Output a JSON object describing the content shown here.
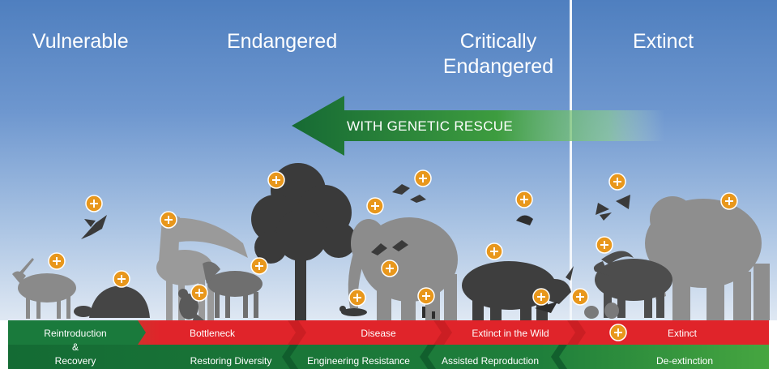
{
  "stages": {
    "vulnerable": "Vulnerable",
    "endangered": "Endangered",
    "critically_line1": "Critically",
    "critically_line2": "Endangered",
    "extinct": "Extinct"
  },
  "arrow": {
    "label": "WITH GENETIC RESCUE"
  },
  "threats": [
    "Reintroduction",
    "Bottleneck",
    "Disease",
    "Extinct in the Wild",
    "Extinct"
  ],
  "reintro": {
    "amp": "&",
    "line2": "Recovery"
  },
  "rescue": [
    "Restoring Diversity",
    "Engineering Resistance",
    "Assisted Reproduction",
    "De-extinction"
  ],
  "colors": {
    "threat_red": "#e0242a",
    "rescue_green": "#1a7a3c",
    "light_green": "#46a640",
    "marker_orange": "#e8971c",
    "silhouette_gray": "#8a8a8a",
    "silhouette_dark": "#3d3d3d"
  },
  "icons": [
    "plus-marker-icon",
    "oryx-icon",
    "tortoise-icon",
    "eagle-icon",
    "giraffe-icon",
    "zebra-icon",
    "tree-icon",
    "elephant-icon",
    "bird-icon",
    "rhino-icon",
    "ferret-icon",
    "condor-icon",
    "butterfly-icon",
    "mammoth-icon",
    "aurochs-icon",
    "dodo-icon"
  ]
}
